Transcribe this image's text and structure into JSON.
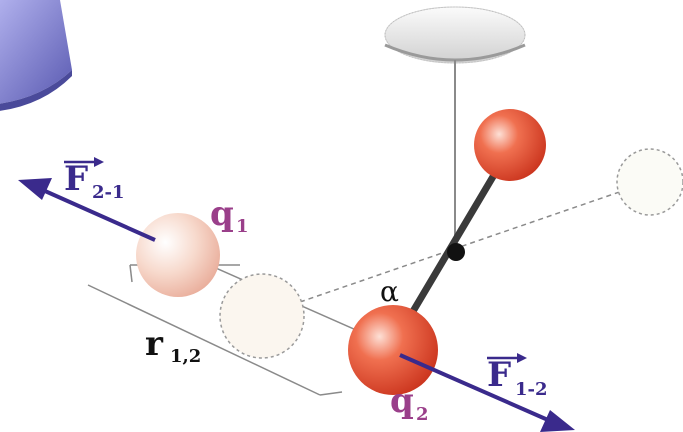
{
  "labels": {
    "force_left": "F",
    "force_left_sub": "2-1",
    "force_right": "F",
    "force_right_sub": "1-2",
    "charge_1": "q",
    "charge_1_sub": "1",
    "charge_2": "q",
    "charge_2_sub": "2",
    "distance": "r",
    "distance_sub": "1,2",
    "angle": "α"
  },
  "colors": {
    "force_arrow": "#3a2a8c",
    "force_label": "#3a2a8c",
    "charge_label": "#9a3f8a",
    "distance_label": "#111111",
    "ball_red": "#e2452c",
    "ball_pale": "#f3c8b8",
    "rod": "#3a3a3a",
    "thread": "#7a7a7a",
    "dashed_lines": "#7a7a7a",
    "cylinder": "#7878c8"
  },
  "icons": {
    "top_left_object": "cylinder-icon",
    "pivot": "pivot-dot-icon",
    "suspension_disk": "torsion-head-icon"
  }
}
